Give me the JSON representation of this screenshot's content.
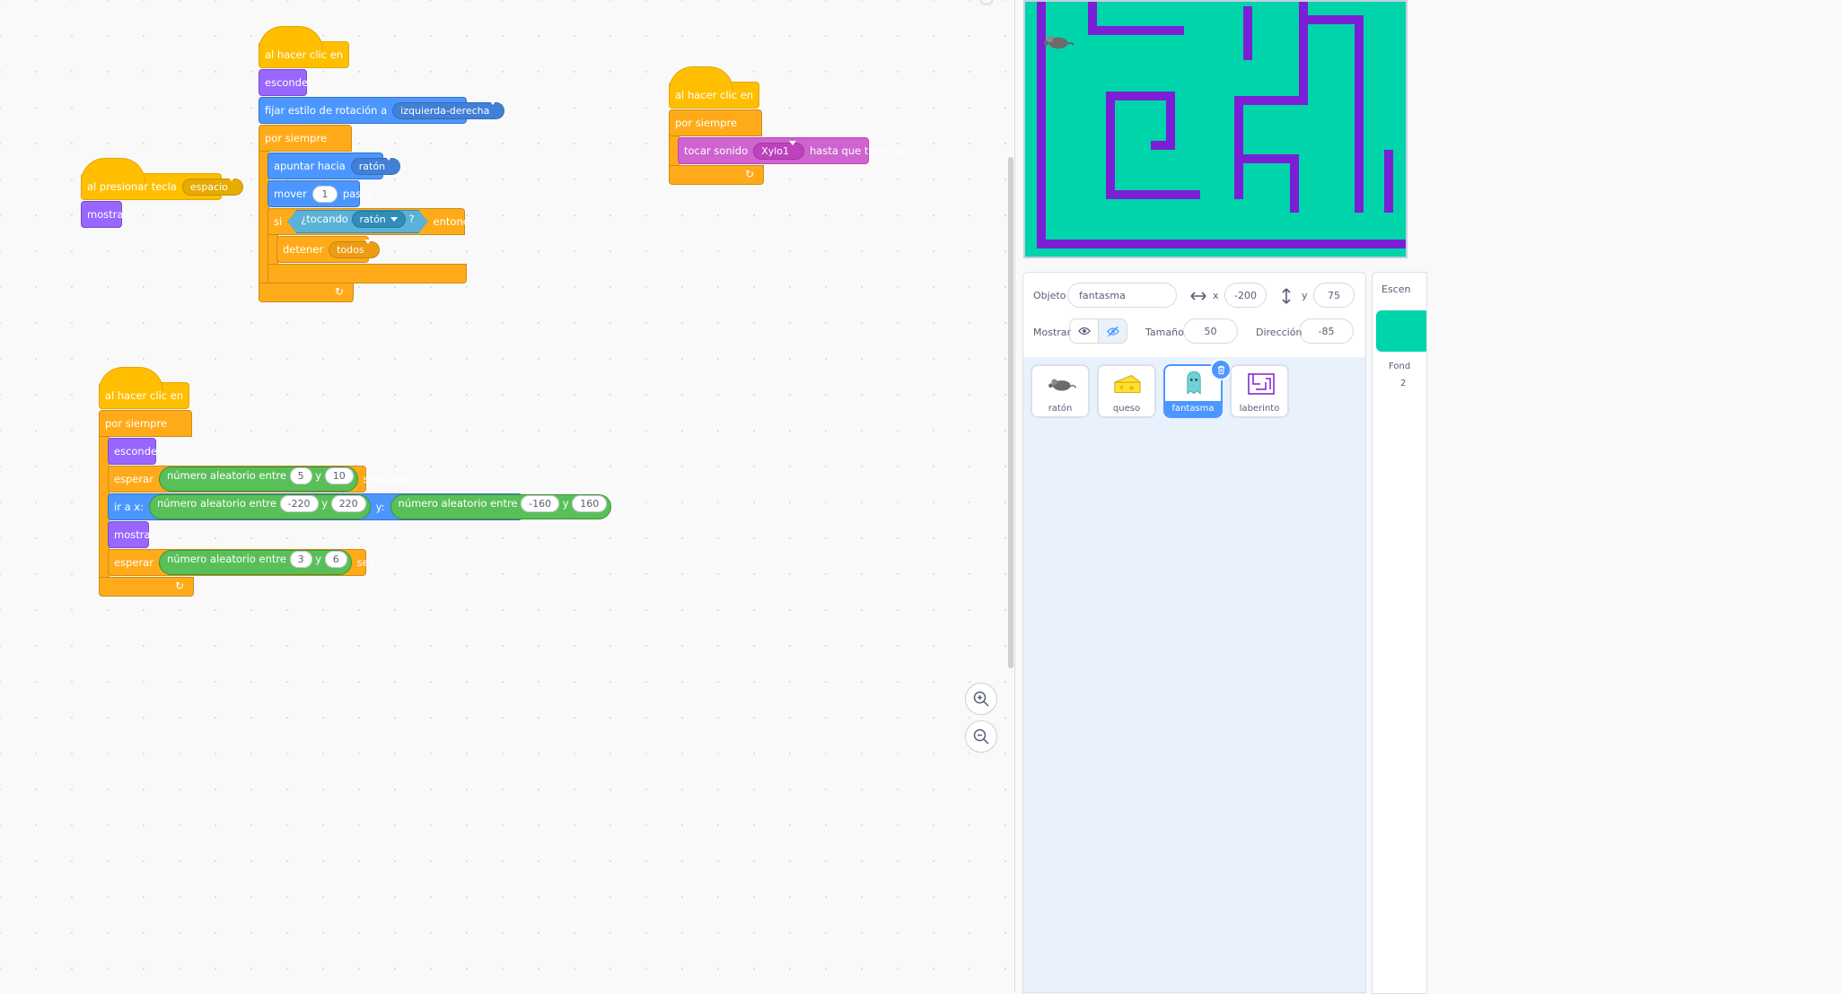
{
  "scripts": {
    "s1": {
      "hat": {
        "label": "al hacer clic en"
      },
      "hide": "esconder",
      "rotation": {
        "label": "fijar estilo de rotación a",
        "value": "izquierda-derecha"
      },
      "forever": "por siempre",
      "point": {
        "label": "apuntar hacia",
        "value": "ratón"
      },
      "move": {
        "label": "mover",
        "steps": "1",
        "unit": "pasos"
      },
      "if": {
        "label": "si",
        "touching_label": "¿tocando",
        "touching_value": "ratón",
        "question": "?",
        "then": "entonces"
      },
      "stop": {
        "label": "detener",
        "value": "todos"
      }
    },
    "s2": {
      "hat": {
        "label": "al presionar tecla",
        "value": "espacio"
      },
      "show": "mostrar"
    },
    "s3": {
      "hat": {
        "label": "al hacer clic en"
      },
      "forever": "por siempre",
      "sound": {
        "label": "tocar sonido",
        "value": "Xylo1",
        "suffix": "hasta que termine"
      }
    },
    "s4": {
      "hat": {
        "label": "al hacer clic en"
      },
      "forever": "por siempre",
      "hide": "esconder",
      "wait1": {
        "label": "esperar",
        "op": "número aleatorio entre",
        "a": "5",
        "y": "y",
        "b": "10",
        "unit": "segundos"
      },
      "goto": {
        "label": "ir a x:",
        "op1": "número aleatorio entre",
        "a1": "-220",
        "y1": "y",
        "b1": "220",
        "ylabel": "y:",
        "op2": "número aleatorio entre",
        "a2": "-160",
        "y2": "y",
        "b2": "160"
      },
      "show": "mostrar",
      "wait2": {
        "label": "esperar",
        "op": "número aleatorio entre",
        "a": "3",
        "y": "y",
        "b": "6",
        "unit": "segundos"
      }
    }
  },
  "sprite_info": {
    "object_label": "Objeto",
    "object_name": "fantasma",
    "x_label": "x",
    "x_value": "-200",
    "y_label": "y",
    "y_value": "75",
    "show_label": "Mostrar",
    "size_label": "Tamaño",
    "size_value": "50",
    "direction_label": "Dirección",
    "direction_value": "-85"
  },
  "sprites": [
    {
      "name": "ratón"
    },
    {
      "name": "queso"
    },
    {
      "name": "fantasma",
      "selected": true
    },
    {
      "name": "laberinto"
    }
  ],
  "stage_panel": {
    "title": "Escen",
    "backdrops_label": "Fond",
    "backdrops_count": "2"
  },
  "colors": {
    "events": "#ffbf00",
    "control": "#ffab19",
    "looks": "#9966ff",
    "motion": "#4c97ff",
    "sound": "#cf63cf",
    "operators": "#59c059",
    "sensing": "#5cb1d6",
    "stage_bg": "#00d4aa",
    "maze_walls": "#7b1fd6"
  }
}
